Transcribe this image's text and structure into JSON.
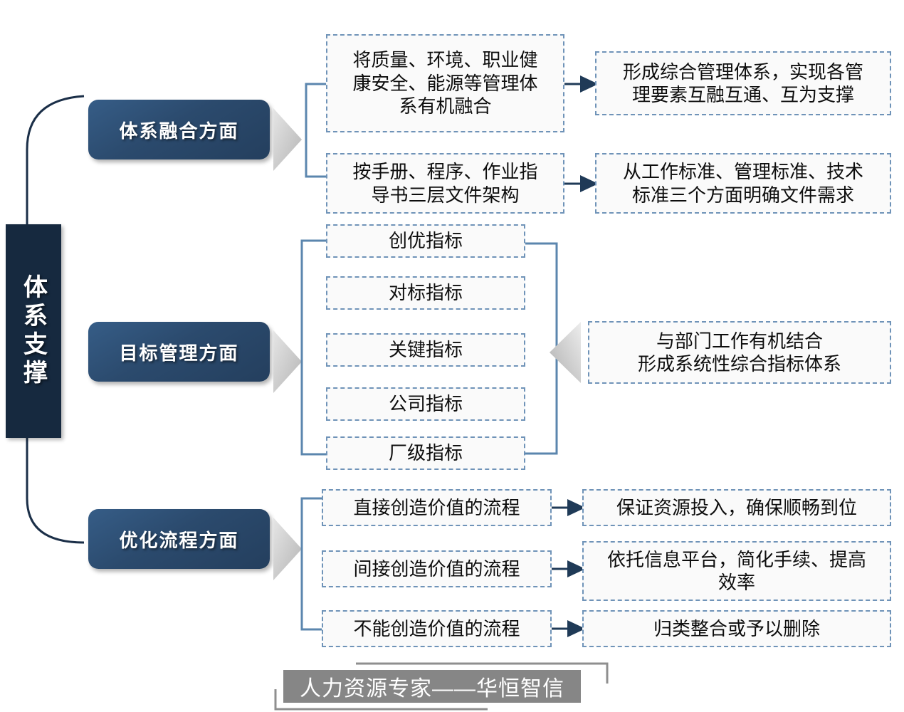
{
  "diagram": {
    "spine": {
      "label": "体系支撑"
    },
    "categories": [
      {
        "id": "system-integration",
        "label": "体系融合方面"
      },
      {
        "id": "target-management",
        "label": "目标管理方面"
      },
      {
        "id": "process-optimization",
        "label": "优化流程方面"
      }
    ],
    "groups": [
      {
        "id": "system-integration",
        "rows": [
          {
            "source": "将质量、环境、职业健\n康安全、能源等管理体\n系有机融合",
            "target": "形成综合管理体系，实现各管\n理要素互融互通、互为支撑"
          },
          {
            "source": "按手册、程序、作业指\n导书三层文件架构",
            "target": "从工作标准、管理标准、技术\n标准三个方面明确文件需求"
          }
        ]
      },
      {
        "id": "target-management",
        "indicators": [
          "创优指标",
          "对标指标",
          "关键指标",
          "公司指标",
          "厂级指标"
        ],
        "outcome": "与部门工作有机结合\n形成系统性综合指标体系"
      },
      {
        "id": "process-optimization",
        "rows": [
          {
            "source": "直接创造价值的流程",
            "target": "保证资源投入，确保顺畅到位"
          },
          {
            "source": "间接创造价值的流程",
            "target": "依托信息平台，简化手续、提高\n效率"
          },
          {
            "source": "不能创造价值的流程",
            "target": "归类整合或予以删除"
          }
        ]
      }
    ],
    "footer": {
      "text": "人力资源专家——华恒智信"
    },
    "colors": {
      "spine_bg": "#16293f",
      "category_bg": "#2b4a6d",
      "dashed_border": "#6f93b8",
      "arrow": "#1f3a57",
      "chevron": "#c9c9c9",
      "footer_bg": "#868686",
      "text": "#0d0d0d"
    }
  }
}
